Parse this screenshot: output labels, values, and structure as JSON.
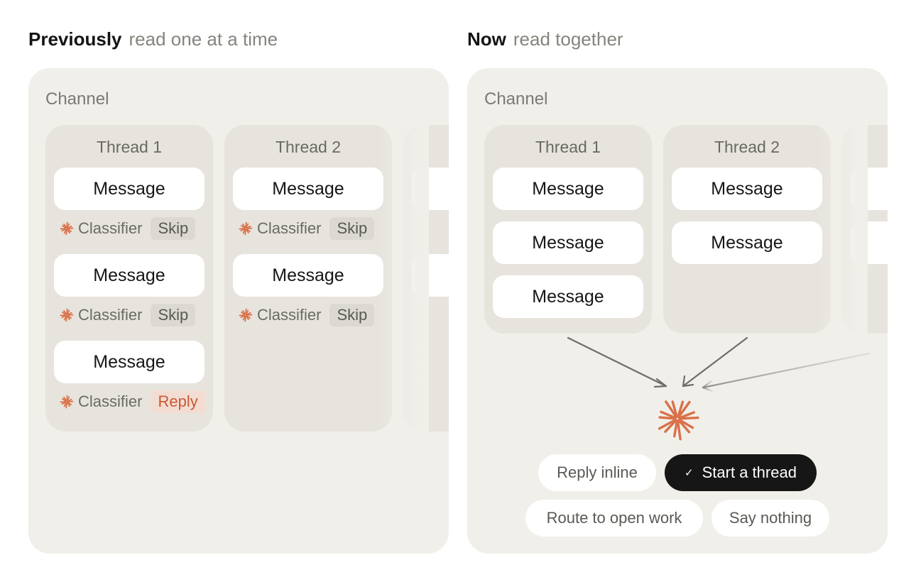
{
  "previously": {
    "heading": "Previously",
    "subheading": "read one at a time",
    "panel_label": "Channel",
    "threads": [
      {
        "title": "Thread 1",
        "message_label": "Message",
        "classifier_label": "Classifier",
        "decisions": [
          "Skip",
          "Skip",
          "Reply"
        ]
      },
      {
        "title": "Thread 2",
        "message_label": "Message",
        "classifier_label": "Classifier",
        "decisions": [
          "Skip",
          "Skip"
        ]
      }
    ]
  },
  "now": {
    "heading": "Now",
    "subheading": "read together",
    "panel_label": "Channel",
    "threads": [
      {
        "title": "Thread 1",
        "messages": [
          "Message",
          "Message",
          "Message"
        ]
      },
      {
        "title": "Thread 2",
        "messages": [
          "Message",
          "Message"
        ]
      }
    ],
    "options": [
      "Reply inline",
      "Start a thread",
      "Route to open work",
      "Say nothing"
    ],
    "selected_option": "Start a thread"
  },
  "colors": {
    "accent": "#d9714a",
    "reply_tag_text": "#c75a35",
    "selected_pill": "#161616",
    "panel_bg": "#f1efe9"
  },
  "icons": {
    "classifier": "asterisk-burst-icon",
    "model": "asterisk-burst-icon",
    "selected": "check-icon"
  }
}
